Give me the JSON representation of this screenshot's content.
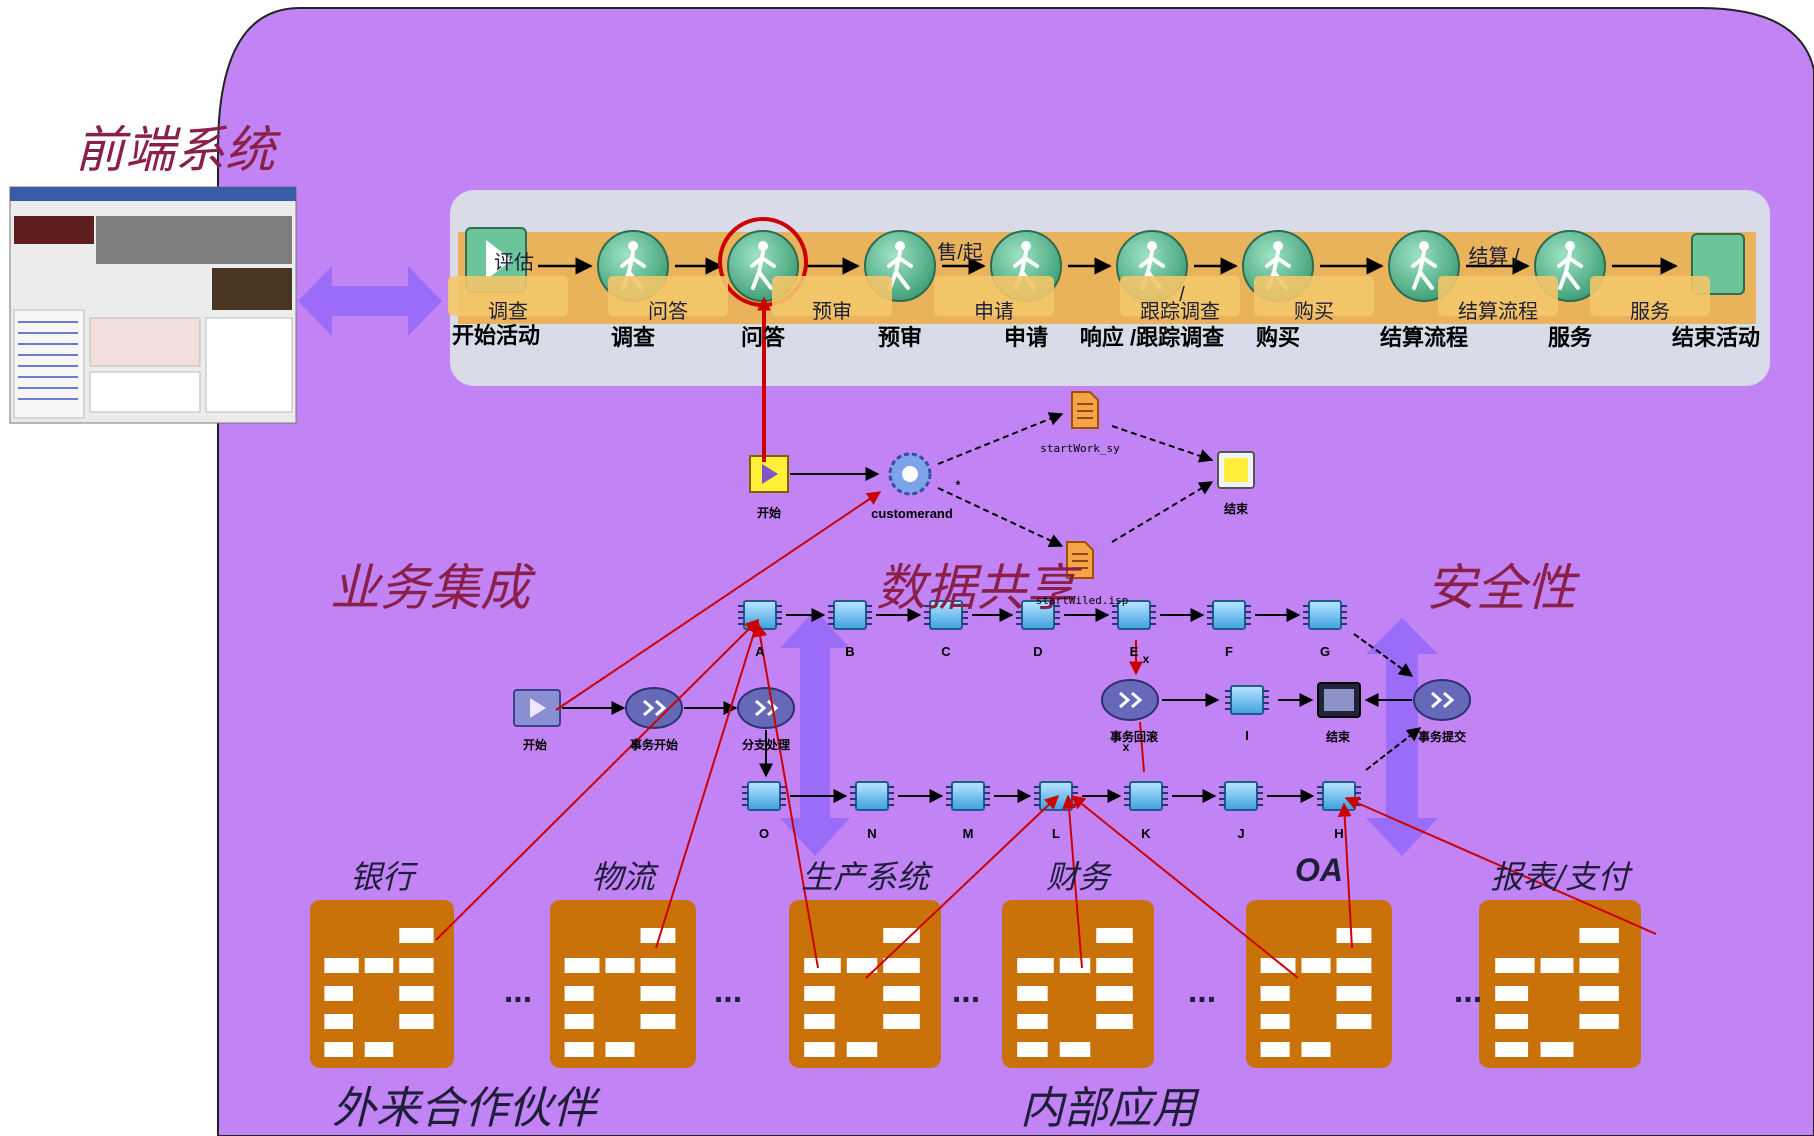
{
  "colors": {
    "panel": "#c283f4",
    "process_band": "#d9dbe9",
    "process_label_bg": "#f3c66a",
    "arrow_purple": "#9a6cf8",
    "red": "#cc0000",
    "system_block": "#c9720a",
    "section_text": "#8a1f4a"
  },
  "sections": {
    "frontend": "前端系统",
    "business_integration": "业务集成",
    "data_sharing": "数据共享",
    "security": "安全性"
  },
  "process": {
    "primary": [
      "开始活动",
      "调查",
      "问答",
      "预审",
      "申请",
      "响应 /跟踪调查",
      "购买",
      "结算流程",
      "服务",
      "结束活动"
    ],
    "secondary": [
      "调查",
      "问答",
      "预审",
      "申请",
      "跟踪调查",
      "购买",
      "结算流程",
      "服务"
    ],
    "overlay": [
      "评估",
      "售/起",
      "/",
      "结算 /"
    ]
  },
  "workflow_top": {
    "start": "开始",
    "router": "customerand",
    "doc_upper": "startWork_sy",
    "doc_lower": "startWiled.isp",
    "end": "结束",
    "edge_mark": "*"
  },
  "workflow_main": {
    "start": "开始",
    "tx_start": "事务开始",
    "split": "分支处理",
    "tx_rollback": "事务回滚",
    "end": "结束",
    "tx_commit": "事务提交",
    "upper_nodes": [
      "A",
      "B",
      "C",
      "D",
      "E",
      "F",
      "G"
    ],
    "lower_nodes": [
      "O",
      "N",
      "M",
      "L",
      "K",
      "J",
      "H"
    ],
    "mid_node": "I",
    "marks": [
      "x",
      "x"
    ]
  },
  "systems": [
    "银行",
    "物流",
    "生产系统",
    "财务",
    "OA",
    "报表/支付"
  ],
  "ellipsis": [
    "...",
    "...",
    "...",
    "...",
    "..."
  ],
  "groups": {
    "external": "外来合作伙伴",
    "internal": "内部应用"
  },
  "icons": {
    "screenshot": "web-portal-screenshot-icon",
    "actor": "person-walking-icon",
    "play": "play-icon",
    "gear": "gear-icon",
    "document": "document-icon",
    "chip": "process-node-icon",
    "monitor": "monitor-icon",
    "system": "database-block-icon"
  }
}
